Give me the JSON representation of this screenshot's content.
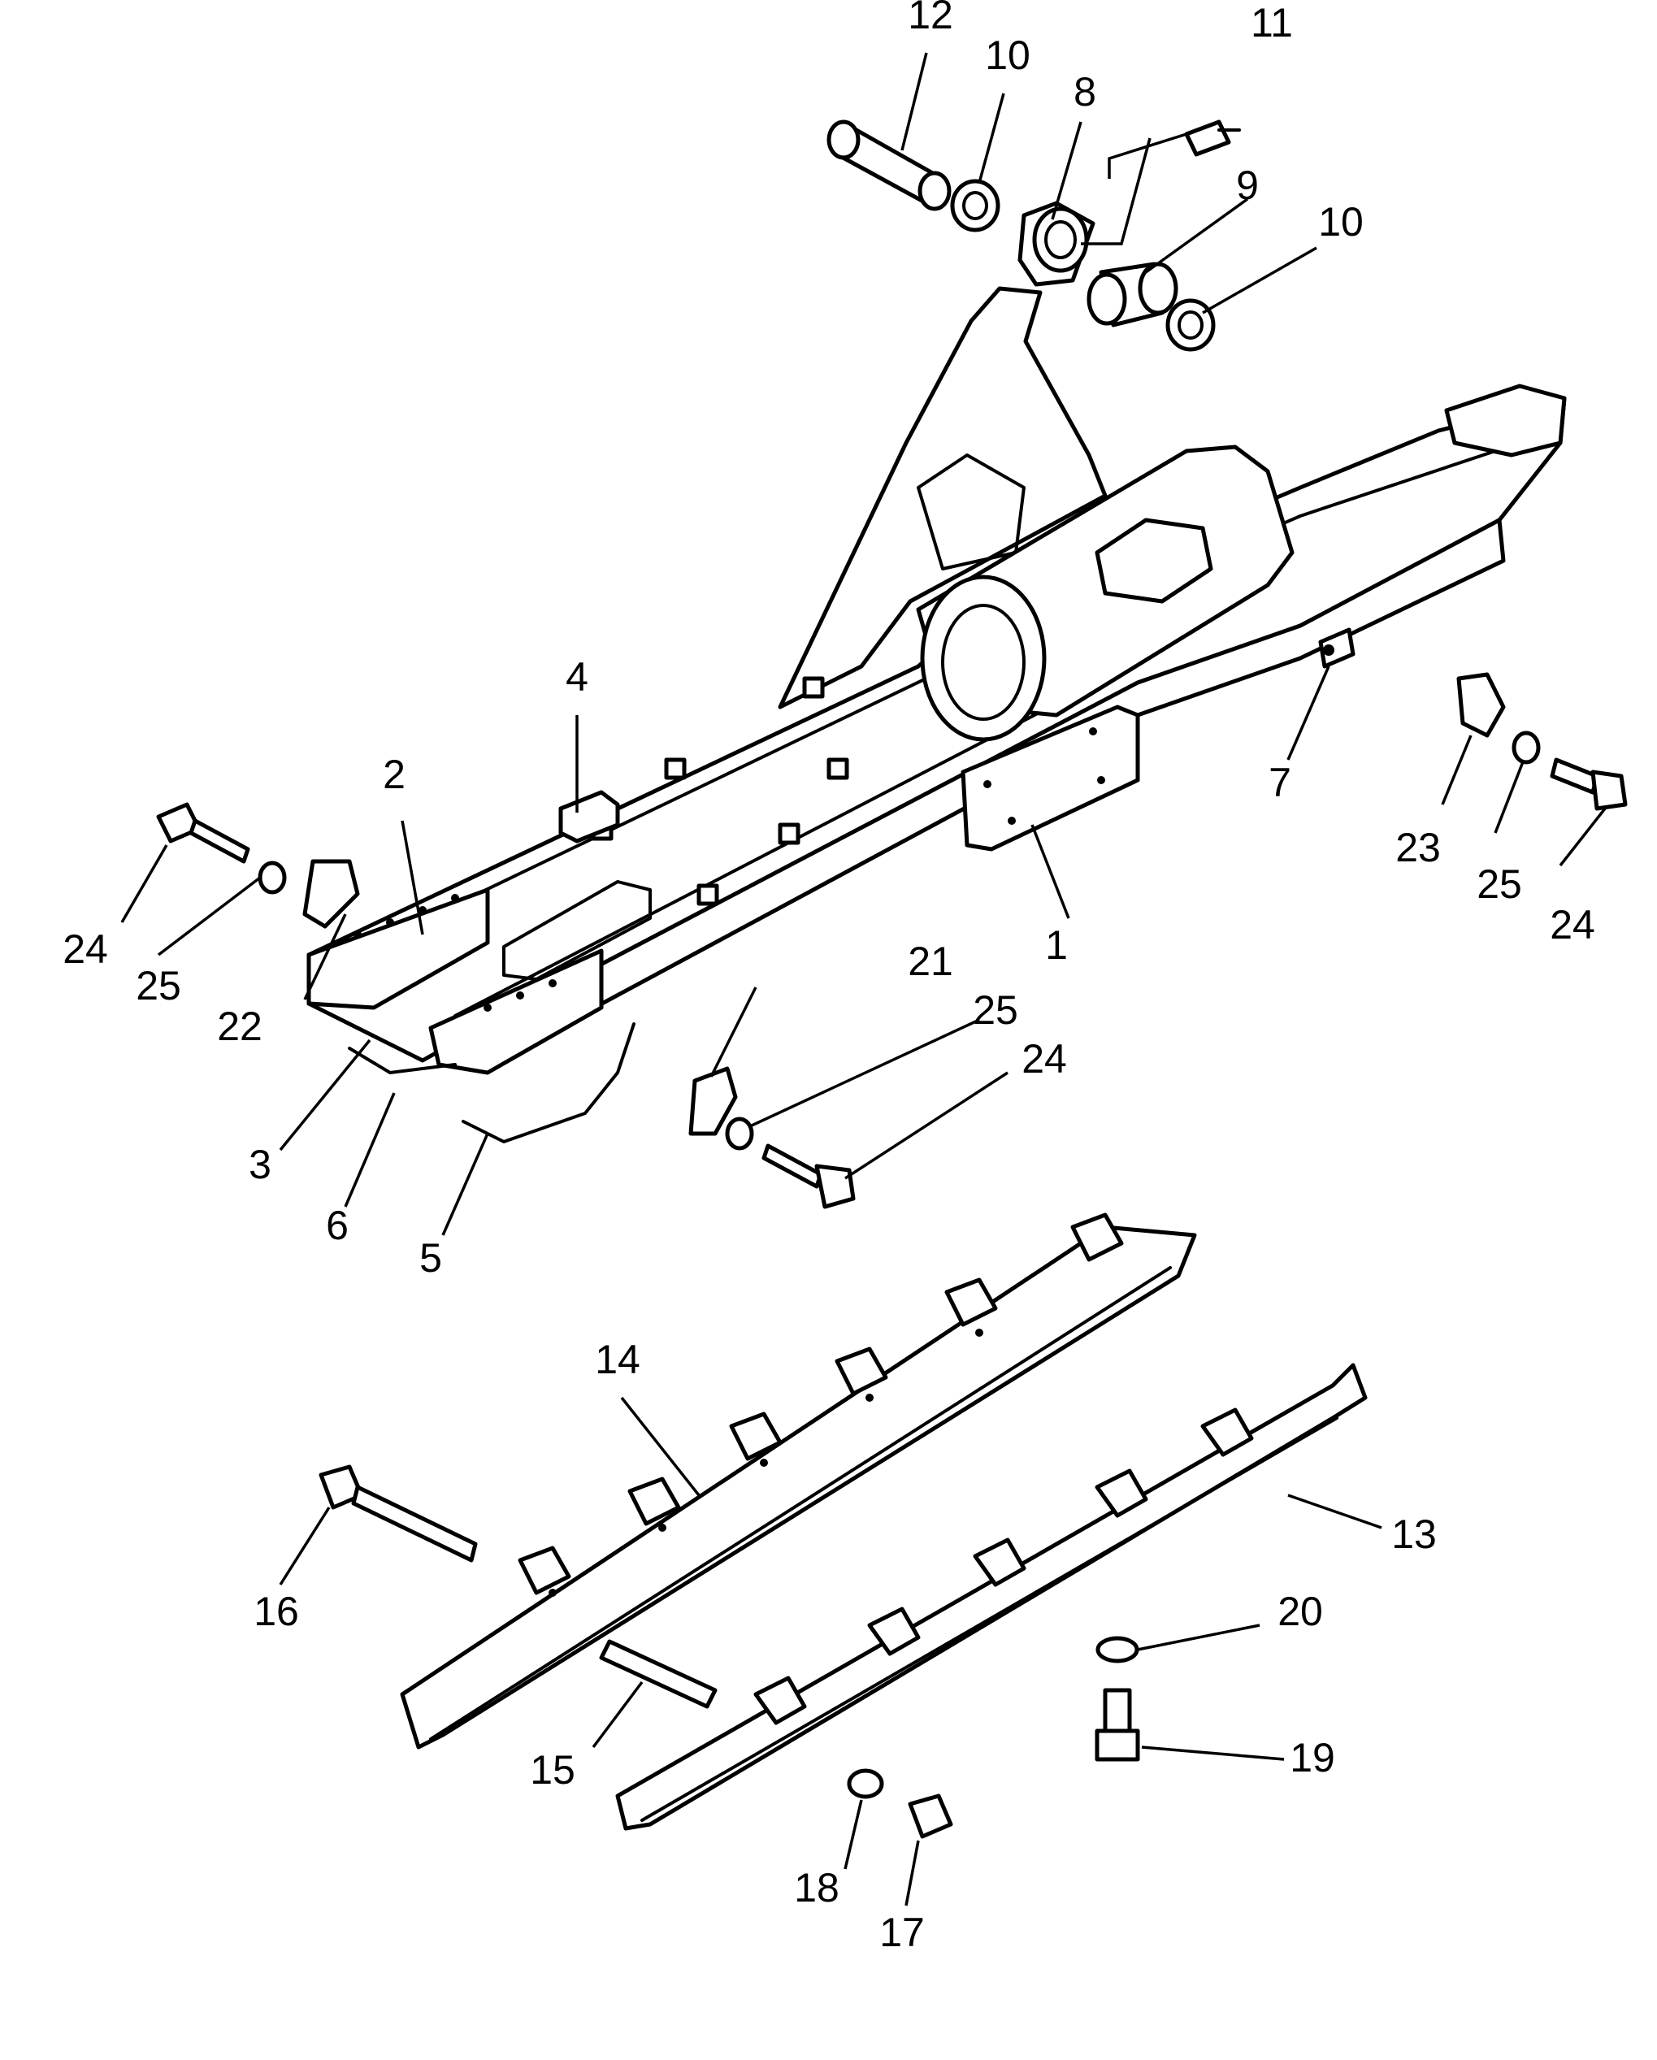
{
  "callouts": [
    {
      "id": "c1",
      "text": "1"
    },
    {
      "id": "c2",
      "text": "2"
    },
    {
      "id": "c3",
      "text": "3"
    },
    {
      "id": "c4",
      "text": "4"
    },
    {
      "id": "c5",
      "text": "5"
    },
    {
      "id": "c6",
      "text": "6"
    },
    {
      "id": "c7",
      "text": "7"
    },
    {
      "id": "c8",
      "text": "8"
    },
    {
      "id": "c9",
      "text": "9"
    },
    {
      "id": "c10a",
      "text": "10"
    },
    {
      "id": "c10b",
      "text": "10"
    },
    {
      "id": "c11",
      "text": "11"
    },
    {
      "id": "c12",
      "text": "12"
    },
    {
      "id": "c13",
      "text": "13"
    },
    {
      "id": "c14",
      "text": "14"
    },
    {
      "id": "c15",
      "text": "15"
    },
    {
      "id": "c16",
      "text": "16"
    },
    {
      "id": "c17",
      "text": "17"
    },
    {
      "id": "c18",
      "text": "18"
    },
    {
      "id": "c19",
      "text": "19"
    },
    {
      "id": "c20",
      "text": "20"
    },
    {
      "id": "c21",
      "text": "21"
    },
    {
      "id": "c22",
      "text": "22"
    },
    {
      "id": "c23",
      "text": "23"
    },
    {
      "id": "c24a",
      "text": "24"
    },
    {
      "id": "c24b",
      "text": "24"
    },
    {
      "id": "c24c",
      "text": "24"
    },
    {
      "id": "c25a",
      "text": "25"
    },
    {
      "id": "c25b",
      "text": "25"
    },
    {
      "id": "c25c",
      "text": "25"
    }
  ]
}
